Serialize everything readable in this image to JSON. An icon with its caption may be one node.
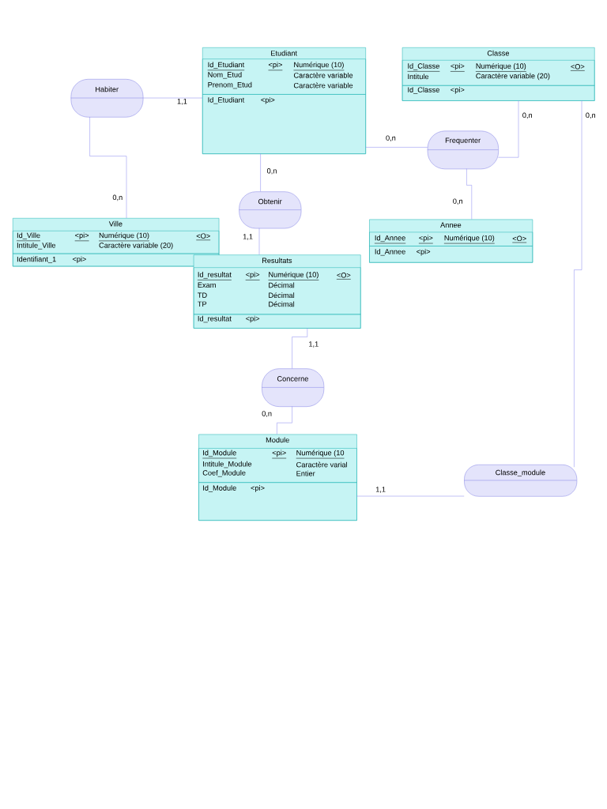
{
  "diagram": {
    "nodes": [
      {
        "text": [
          "Etudiant"
        ]
      },
      {
        "text": [
          "Id_Etudiant",
          "<pi>",
          "Numérique (10)",
          "Nom_Etud",
          "Caractère variable",
          "Prenom_Etud",
          "Caractère variable"
        ],
        "in": 0
      },
      {
        "text": [
          "Id_Etudiant",
          "<pi>"
        ],
        "in": 0
      },
      {
        "text": [
          "Classe"
        ]
      },
      {
        "text": [
          "Id_Classe",
          "<pi>",
          "Numérique (10)",
          "<O>",
          "Intitule",
          "Caractère variable (20)"
        ],
        "in": 3
      },
      {
        "text": [
          "Id_Classe",
          "<pi>"
        ],
        "in": 3
      },
      {
        "text": [
          "Habiter"
        ]
      },
      {
        "text": [
          "Frequenter"
        ]
      },
      {
        "text": [
          "Obtenir"
        ]
      },
      {
        "text": [
          "Ville"
        ]
      },
      {
        "text": [
          "Id_Ville",
          "<pi>",
          "Numérique (10)",
          "<O>",
          "Intitule_Ville",
          "Caractère variable (20)"
        ],
        "in": 9
      },
      {
        "text": [
          "Identifiant_1",
          "<pi>"
        ],
        "in": 9
      },
      {
        "text": [
          "Annee"
        ]
      },
      {
        "text": [
          "Id_Annee",
          "<pi>",
          "Numérique (10)",
          "<O>"
        ],
        "in": 12
      },
      {
        "text": [
          "Id_Annee",
          "<pi>"
        ],
        "in": 12
      },
      {
        "text": [
          "Resultats"
        ]
      },
      {
        "text": [
          "Id_resultat",
          "<pi>",
          "Numérique (10)",
          "<O>",
          "Exam",
          "Décimal",
          "TD",
          "Décimal",
          "TP",
          "Décimal"
        ],
        "in": 15
      },
      {
        "text": [
          "Id_resultat",
          "<pi>"
        ],
        "in": 15
      },
      {
        "text": [
          "Concerne"
        ]
      },
      {
        "text": [
          "Module"
        ]
      },
      {
        "text": [
          "Id_Module",
          "<pi>",
          "Numérique (10",
          "Intitule_Module",
          "Caractère varial",
          "Coef_Module",
          "Entier"
        ],
        "in": 19
      },
      {
        "text": [
          "Id_Module",
          "<pi>"
        ],
        "in": 19
      },
      {
        "text": [
          "Classe_module"
        ]
      }
    ],
    "edges": [
      {
        "from": 6,
        "to": 0,
        "arrow": "none",
        "label": "1,1"
      },
      {
        "from": 6,
        "to": 9,
        "arrow": "none",
        "label": "0,n"
      },
      {
        "from": 8,
        "to": 0,
        "arrow": "none",
        "label": "0,n"
      },
      {
        "from": 8,
        "to": 15,
        "arrow": "none",
        "label": "1,1"
      },
      {
        "from": 7,
        "to": 0,
        "arrow": "none",
        "label": "0,n"
      },
      {
        "from": 7,
        "to": 3,
        "arrow": "none",
        "label": "0,n"
      },
      {
        "from": 7,
        "to": 12,
        "arrow": "none",
        "label": "0,n"
      },
      {
        "from": 18,
        "to": 15,
        "arrow": "none",
        "label": "1,1"
      },
      {
        "from": 18,
        "to": 19,
        "arrow": "none",
        "label": "0,n"
      },
      {
        "from": 22,
        "to": 3,
        "arrow": "none",
        "label": "0,n"
      },
      {
        "from": 22,
        "to": 19,
        "arrow": "none",
        "label": "1,1"
      }
    ]
  }
}
